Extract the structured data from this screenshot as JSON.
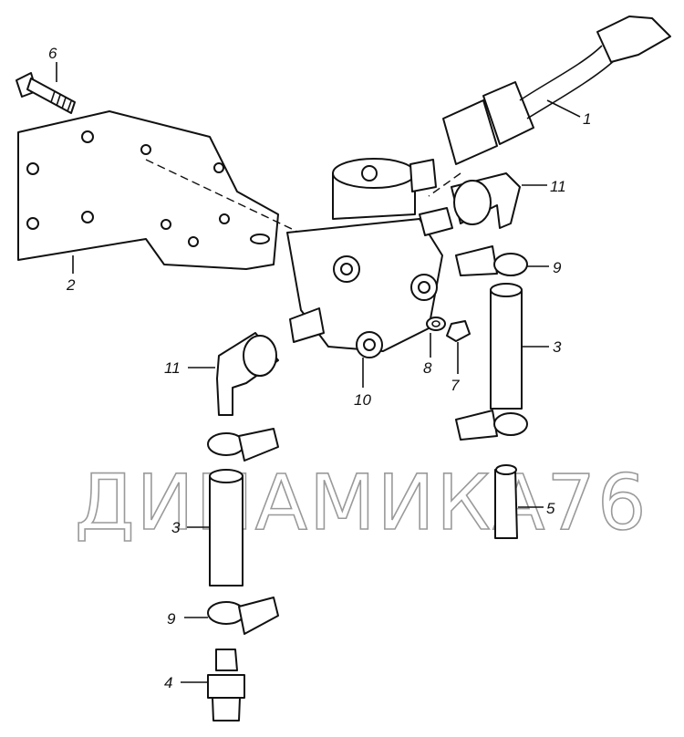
{
  "watermark": "ДИНАМИКА76",
  "callouts": [
    {
      "id": "6"
    },
    {
      "id": "1"
    },
    {
      "id": "11"
    },
    {
      "id": "9"
    },
    {
      "id": "3"
    },
    {
      "id": "2"
    },
    {
      "id": "11"
    },
    {
      "id": "8"
    },
    {
      "id": "7"
    },
    {
      "id": "10"
    },
    {
      "id": "5"
    },
    {
      "id": "3"
    },
    {
      "id": "9"
    },
    {
      "id": "4"
    }
  ]
}
